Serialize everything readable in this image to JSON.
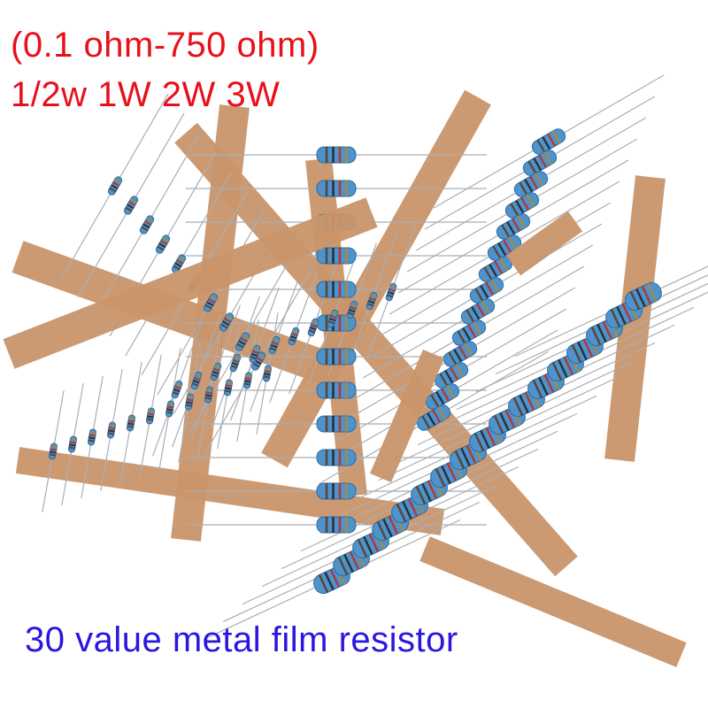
{
  "captions": {
    "range": "(0.1 ohm-750 ohm)",
    "wattage": "1/2w 1W 2W 3W",
    "description": "30 value metal film resistor"
  },
  "colors": {
    "caption_red": "#e8101a",
    "caption_blue": "#2a16e0",
    "tape": "#c9956a",
    "resistor_body": "#4f93cc",
    "lead_wire": "#a9aeb3",
    "background": "#ffffff"
  },
  "image": {
    "subject": "assortment of blue metal film resistors on paper tape strips"
  }
}
